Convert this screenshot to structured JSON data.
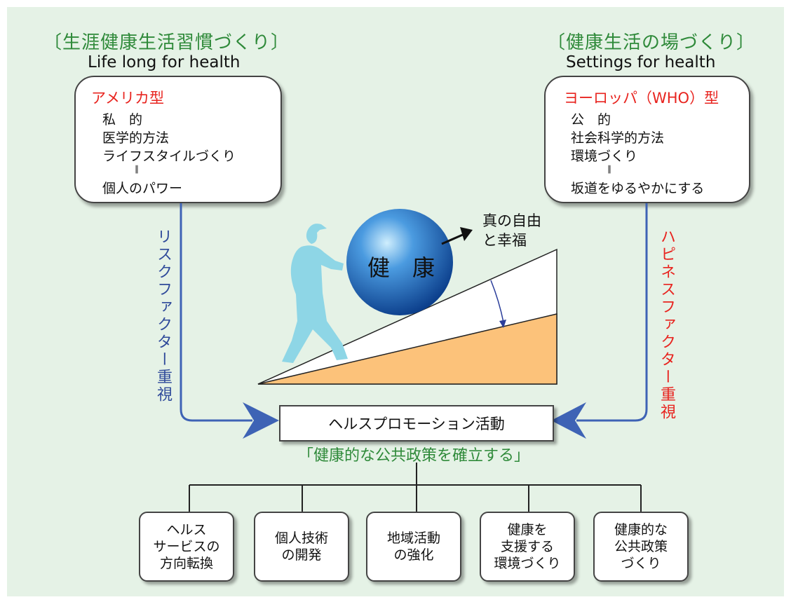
{
  "left": {
    "heading_jp": "〔生涯健康生活習慣づくり〕",
    "heading_en": "Life long for health",
    "card_title": "アメリカ型",
    "lines": [
      "私　的",
      "医学的方法",
      "ライフスタイルづくり",
      "∥",
      "個人のパワー"
    ],
    "vertical_label": "リスクファクター重視"
  },
  "right": {
    "heading_jp": "〔健康生活の場づくり〕",
    "heading_en": "Settings for health",
    "card_title": "ヨーロッパ（WHO）型",
    "lines": [
      "公　的",
      "社会科学的方法",
      "環境づくり",
      "∥",
      "坂道をゆるやかにする"
    ],
    "vertical_label": "ハピネスファクター重視"
  },
  "center": {
    "ball_label": "健　康",
    "goal_line1": "真の自由",
    "goal_line2": "と幸福"
  },
  "action": {
    "box_label": "ヘルスプロモーション活動",
    "policy": "「健康的な公共政策を確立する」"
  },
  "branches": [
    {
      "lines": [
        "ヘルス",
        "サービスの",
        "方向転換"
      ]
    },
    {
      "lines": [
        "個人技術",
        "の開発"
      ]
    },
    {
      "lines": [
        "地域活動",
        "の強化"
      ]
    },
    {
      "lines": [
        "健康を",
        "支援する",
        "環境づくり"
      ]
    },
    {
      "lines": [
        "健康的な",
        "公共政策",
        "づくり"
      ]
    }
  ],
  "colors": {
    "background": "#e5f2e6",
    "heading_green": "#2f8a3a",
    "accent_red": "#e8241f",
    "accent_blue": "#2f4a9a",
    "arrow_blue": "#3e63b5",
    "slope_orange": "#fcc27a",
    "figure_blue": "#8ed6e6",
    "ball_blue": "#2a6fc4"
  }
}
